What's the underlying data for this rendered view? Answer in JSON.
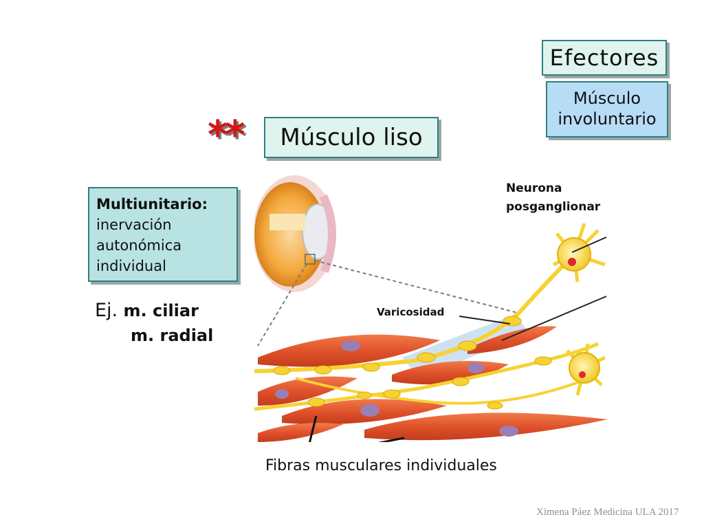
{
  "slide": {
    "efectores": "Efectores",
    "musculo_involuntario": [
      "Músculo",
      "involuntario"
    ],
    "stars": "**",
    "musculo_liso": "Músculo liso",
    "multiunitario": {
      "title": "Multiunitario:",
      "lines": [
        "inervación",
        "autonómica",
        "individual"
      ]
    },
    "example": {
      "prefix": "Ej.",
      "line1": "m. ciliar",
      "line2": "m. radial"
    },
    "labels": {
      "neurona": [
        "Neurona",
        "posganglionar"
      ],
      "varicosidad": "Varicosidad",
      "fibras": "Fibras musculares individuales"
    },
    "credit": "Ximena Páez Medicina ULA 2017"
  },
  "colors": {
    "teal_border": "#2f7f7f",
    "light_box": "#dff3ef",
    "blue_box": "#b7dcf6",
    "cyan_box": "#b9e3e3",
    "stars_red": "#d71414",
    "muscle_fiber": "#e0522b",
    "nucleus": "#9a7fb6",
    "nerve_yellow": "#f6d233"
  }
}
